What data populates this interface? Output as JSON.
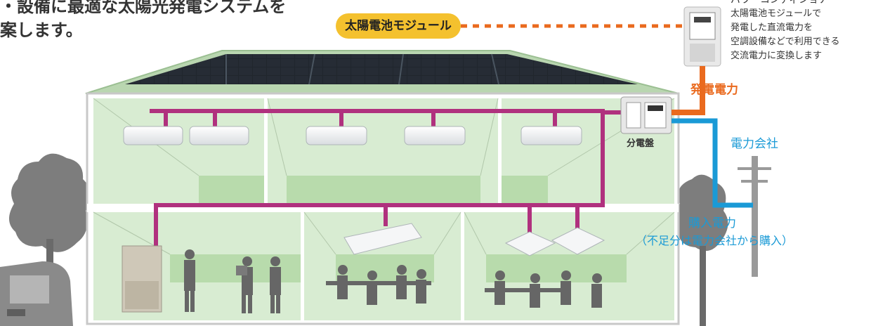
{
  "headline": {
    "line1": "・設備に最適な太陽光発電システムを",
    "line2": "案します。"
  },
  "labels": {
    "solar_module": "太陽電池モジュール",
    "power_conditioner": "パワーコンディショナ",
    "power_conditioner_desc": [
      "太陽電池モジュールで",
      "発電した直流電力を",
      "空調設備などで利用できる",
      "交流電力に変換します"
    ],
    "generated_power": "発電電力",
    "distribution_board": "分電盤",
    "power_company": "電力会社",
    "purchased_power": "購入電力",
    "purchased_power_note": "（不足分は電力会社から購入）"
  },
  "colors": {
    "solar_pill": "#f4c12e",
    "dotted_line": "#ea6a1e",
    "generated_line": "#ea6a1e",
    "purchased_line": "#1a9ad6",
    "piping": "#b0317e",
    "room_wall": "#d8ecd2",
    "room_floor": "#b8dbac",
    "roof": "#2a2f36",
    "silhouettes": "#666666",
    "trees": "#7d7d7d"
  },
  "icons": {
    "panel": "solar-panel-icon",
    "pcs": "power-conditioner-icon",
    "board": "distribution-board-icon",
    "pole": "utility-pole-icon",
    "wall_ac": "wall-air-conditioner-icon",
    "ceiling_ac": "ceiling-cassette-icon",
    "package_ac": "package-air-conditioner-icon",
    "truck": "truck-icon",
    "tree": "tree-icon",
    "people": "person-silhouette-icon"
  }
}
